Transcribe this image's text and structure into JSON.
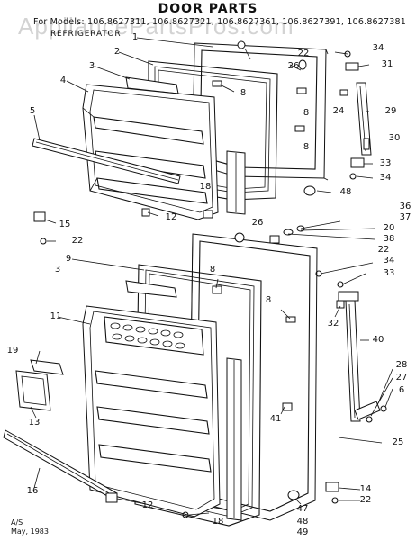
{
  "title": "DOOR PARTS",
  "models": "For Models: 106.8627311, 106.8627321, 106.8627361, 106.8627391, 106.8627381",
  "subtitle": "REFRIGERATOR",
  "watermark": "AppliancePartsPros.com",
  "footer": [
    "A/S",
    "May, 1983"
  ],
  "callouts": [
    {
      "text": "1"
    },
    {
      "text": "2"
    },
    {
      "text": "3"
    },
    {
      "text": "4"
    },
    {
      "text": "5"
    },
    {
      "text": "8"
    },
    {
      "text": "8"
    },
    {
      "text": "26"
    },
    {
      "text": "22"
    },
    {
      "text": "34"
    },
    {
      "text": "31"
    },
    {
      "text": "24"
    },
    {
      "text": "29"
    },
    {
      "text": "8"
    },
    {
      "text": "30"
    },
    {
      "text": "33"
    },
    {
      "text": "34"
    },
    {
      "text": "48"
    },
    {
      "text": "18"
    },
    {
      "text": "12"
    },
    {
      "text": "15"
    },
    {
      "text": "22"
    },
    {
      "text": "26"
    },
    {
      "text": "36"
    },
    {
      "text": "37"
    },
    {
      "text": "20"
    },
    {
      "text": "38"
    },
    {
      "text": "22"
    },
    {
      "text": "34"
    },
    {
      "text": "33"
    },
    {
      "text": "3"
    },
    {
      "text": "9"
    },
    {
      "text": "8"
    },
    {
      "text": "8"
    },
    {
      "text": "11"
    },
    {
      "text": "32"
    },
    {
      "text": "40"
    },
    {
      "text": "19"
    },
    {
      "text": "28"
    },
    {
      "text": "27"
    },
    {
      "text": "6"
    },
    {
      "text": "13"
    },
    {
      "text": "41"
    },
    {
      "text": "25"
    },
    {
      "text": "16"
    },
    {
      "text": "12"
    },
    {
      "text": "14"
    },
    {
      "text": "22"
    },
    {
      "text": "47"
    },
    {
      "text": "18"
    },
    {
      "text": "48"
    },
    {
      "text": "49"
    }
  ]
}
